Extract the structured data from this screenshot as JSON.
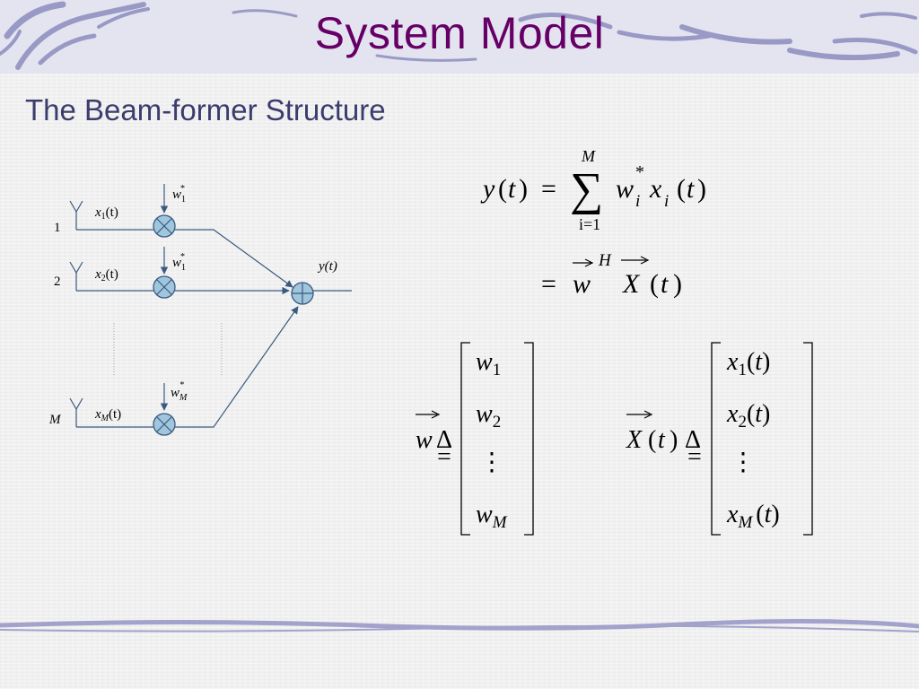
{
  "slide": {
    "title": "System Model",
    "subtitle": "The Beam-former Structure"
  },
  "diagram": {
    "antennas": [
      {
        "index_label": "1",
        "signal": "x",
        "signal_sub": "1",
        "weight": "w",
        "weight_sub": "1",
        "weight_sup": "*"
      },
      {
        "index_label": "2",
        "signal": "x",
        "signal_sub": "2",
        "weight": "w",
        "weight_sub": "1",
        "weight_sup": "*"
      },
      {
        "index_label": "M",
        "signal": "x",
        "signal_sub": "M",
        "weight": "w",
        "weight_sub": "M",
        "weight_sup": "*"
      }
    ],
    "arg": "(t)",
    "output": "y(t)"
  },
  "equations": {
    "sum_upper": "M",
    "sum_lower": "i=1",
    "w_vector_entries": [
      "w",
      "w",
      "⋮",
      "w"
    ],
    "w_vector_subs": [
      "1",
      "2",
      "",
      "M"
    ],
    "x_vector_entries": [
      "x",
      "x",
      "⋮",
      "x"
    ],
    "x_vector_subs": [
      "1",
      "2",
      "",
      "M"
    ],
    "define_symbol": "Δ",
    "hermitian": "H"
  },
  "colors": {
    "title": "#660066",
    "subtitle": "#3c3c6e",
    "node_fill": "#9fc6dd",
    "node_stroke": "#3a5a80",
    "line": "#3a5a80",
    "title_band": "#e4e4f0",
    "swirl": "#8d8dbf"
  }
}
